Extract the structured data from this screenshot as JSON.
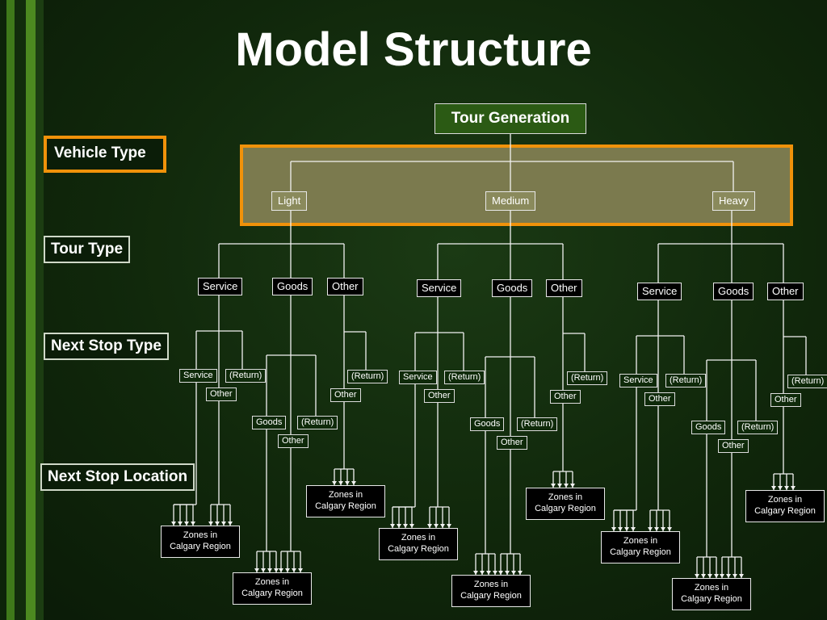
{
  "title": "Model Structure",
  "side_labels": {
    "vehicle_type": "Vehicle Type",
    "tour_type": "Tour Type",
    "next_stop_type": "Next Stop Type",
    "next_stop_location": "Next Stop Location"
  },
  "root": "Tour Generation",
  "vehicles": [
    "Light",
    "Medium",
    "Heavy"
  ],
  "tour_types": [
    "Service",
    "Goods",
    "Other"
  ],
  "stop_types": {
    "service": "Service",
    "goods": "Goods",
    "other": "Other",
    "return": "(Return)"
  },
  "zones": {
    "line1": "Zones in",
    "line2": "Calgary Region"
  },
  "colors": {
    "highlight_border": "#f0920a",
    "vehicle_band": "#7b7a4e",
    "background": "#12290c"
  }
}
